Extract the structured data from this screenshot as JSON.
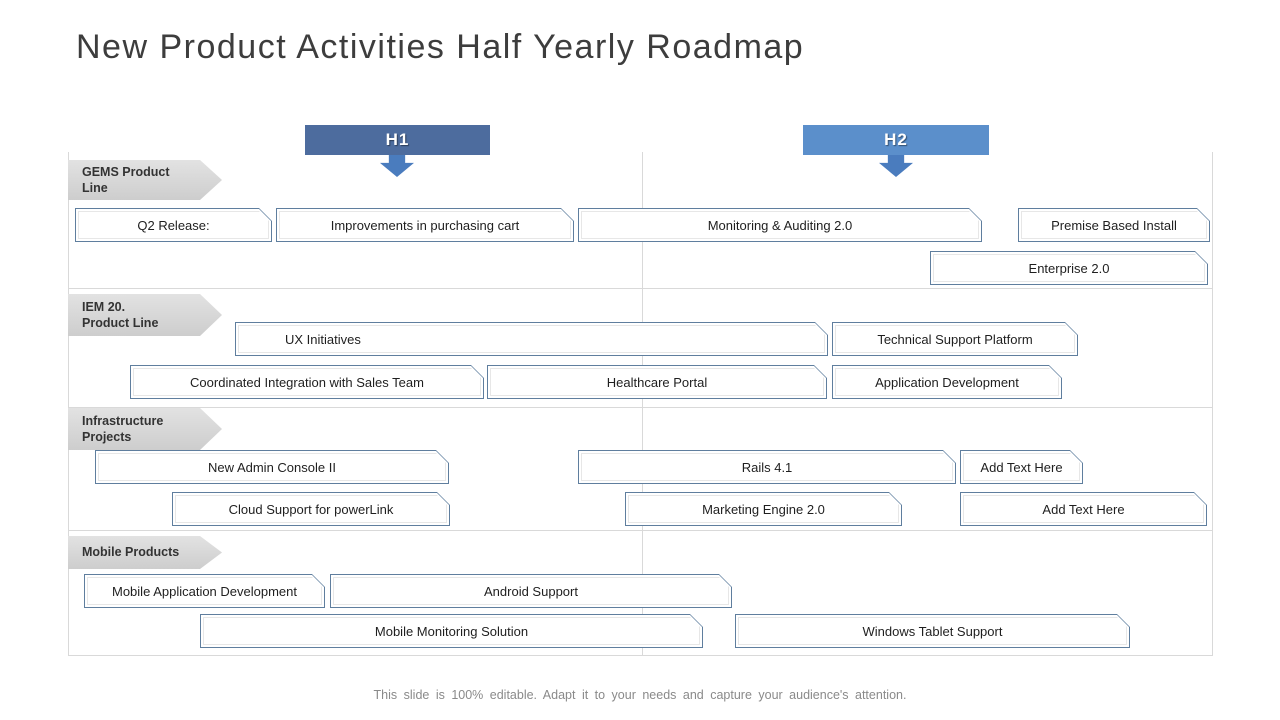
{
  "slide": {
    "title": "New Product Activities Half Yearly Roadmap",
    "footer": "This slide is 100% editable. Adapt it to your needs and capture your audience's attention."
  },
  "timeline": {
    "h1": "H1",
    "h2": "H2"
  },
  "colors": {
    "h1_banner": "#4d6c9e",
    "h2_banner": "#5b8fcb",
    "arrow": "#4a7cbe",
    "bar_border": "#5f7e9e",
    "grid_line": "#d9d9d9",
    "row_label_bg": "#d6d6d6"
  },
  "rows": [
    {
      "name": "GEMS Product Line",
      "label_line1": "GEMS Product",
      "label_line2": "Line",
      "bars": [
        {
          "label": "Q2 Release:"
        },
        {
          "label": "Improvements in purchasing cart"
        },
        {
          "label": "Monitoring & Auditing 2.0"
        },
        {
          "label": "Premise Based Install"
        },
        {
          "label": "Enterprise 2.0"
        }
      ]
    },
    {
      "name": "IEM 20. Product Line",
      "label_line1": "IEM 20.",
      "label_line2": "Product Line",
      "bars": [
        {
          "label": "UX Initiatives"
        },
        {
          "label": "Technical Support Platform"
        },
        {
          "label": "Coordinated Integration with Sales Team"
        },
        {
          "label": "Healthcare Portal"
        },
        {
          "label": "Application Development"
        }
      ]
    },
    {
      "name": "Infrastructure Projects",
      "label_line1": "Infrastructure",
      "label_line2": "Projects",
      "bars": [
        {
          "label": "New Admin Console II"
        },
        {
          "label": "Rails 4.1"
        },
        {
          "label": "Add Text Here"
        },
        {
          "label": "Cloud Support for powerLink"
        },
        {
          "label": "Marketing Engine 2.0"
        },
        {
          "label": "Add Text Here"
        }
      ]
    },
    {
      "name": "Mobile Products",
      "label_line1": "Mobile Products",
      "label_line2": "",
      "bars": [
        {
          "label": "Mobile Application Development"
        },
        {
          "label": "Android Support"
        },
        {
          "label": "Mobile Monitoring Solution"
        },
        {
          "label": "Windows Tablet Support"
        }
      ]
    }
  ]
}
